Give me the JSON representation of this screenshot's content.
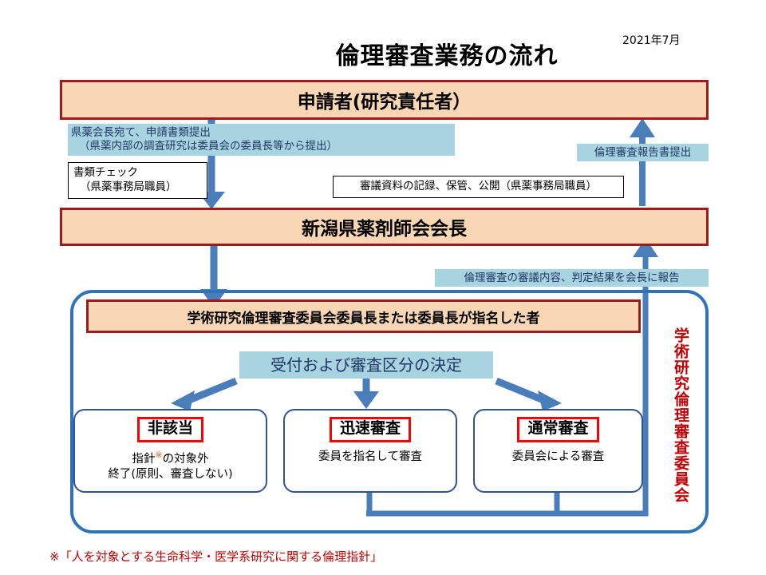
{
  "header": {
    "title": "倫理審査業務の流れ",
    "date": "2021年7月"
  },
  "boxes": {
    "applicant": "申請者(研究責任者）",
    "president": "新潟県薬剤師会会長",
    "chair": "学術研究倫理審査委員会委員長または委員長が指名した者"
  },
  "annotations": {
    "submit_line1": "県薬会長宛て、申請書類提出",
    "submit_line2": "（県薬内部の調査研究は委員会の委員長等から提出）",
    "report_submit": "倫理審査報告書提出",
    "result_report": "倫理審査の審議内容、判定結果を会長に報告",
    "decision": "受付および審査区分の決定"
  },
  "notes": {
    "document_check_line1": "書類チェック",
    "document_check_line2": "（県薬事務局職員）",
    "record_keep": "審議資料の記録、保管、公開（県薬事務局職員）"
  },
  "committee": {
    "vertical_label": "学術研究倫理審査委員会"
  },
  "results": [
    {
      "title": "非該当",
      "sub_line1_before": "指針",
      "sub_line1_mark": "※",
      "sub_line1_after": "の対象外",
      "sub_line2": "終了(原則、審査しない)"
    },
    {
      "title": "迅速審査",
      "sub_line1": "委員を指名して審査"
    },
    {
      "title": "通常審査",
      "sub_line1": "委員会による審査"
    }
  ],
  "footnote": "※「人を対象とする生命科学・医学系研究に関する倫理指針」",
  "colors": {
    "peach_fill": "#fad7b4",
    "dark_red_border": "#9e1b1b",
    "light_blue": "#a8d3e0",
    "arrow_blue": "#4a7ebb",
    "frame_blue": "#2e74b5",
    "red_title_border": "#ff0000",
    "footnote_red": "#c00000"
  }
}
